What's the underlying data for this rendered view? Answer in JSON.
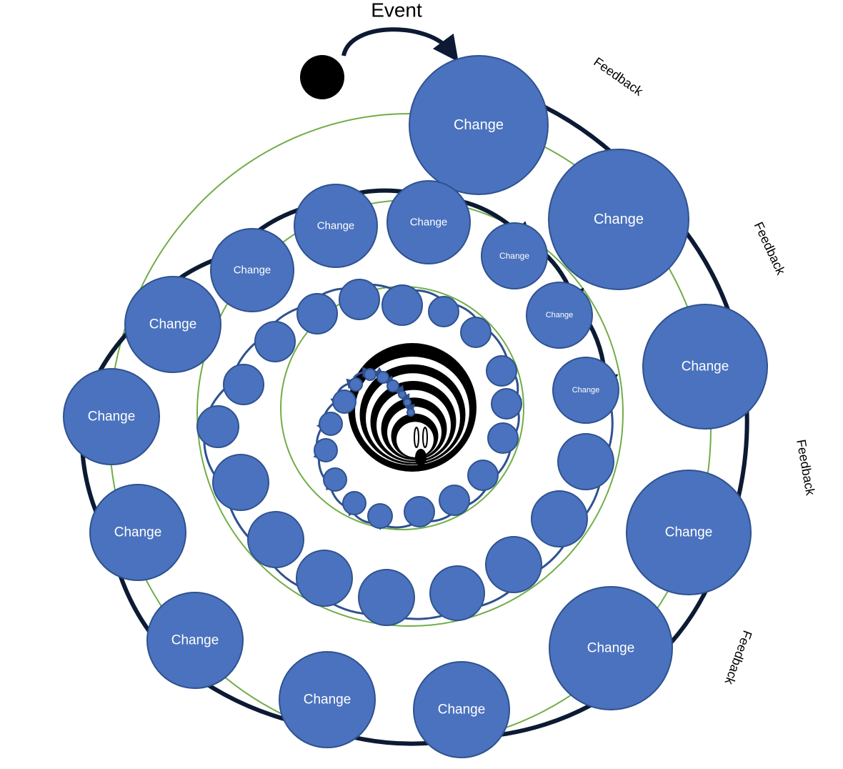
{
  "title": "Event",
  "node_label": "Change",
  "feedback_label": "Feedback",
  "labeled_node_count": 17,
  "unlabeled_node_count": 35,
  "colors": {
    "node": "#4a72be",
    "node_stroke": "#2f528f",
    "ring": "#70ad47",
    "arrow": "#0c1a33"
  }
}
